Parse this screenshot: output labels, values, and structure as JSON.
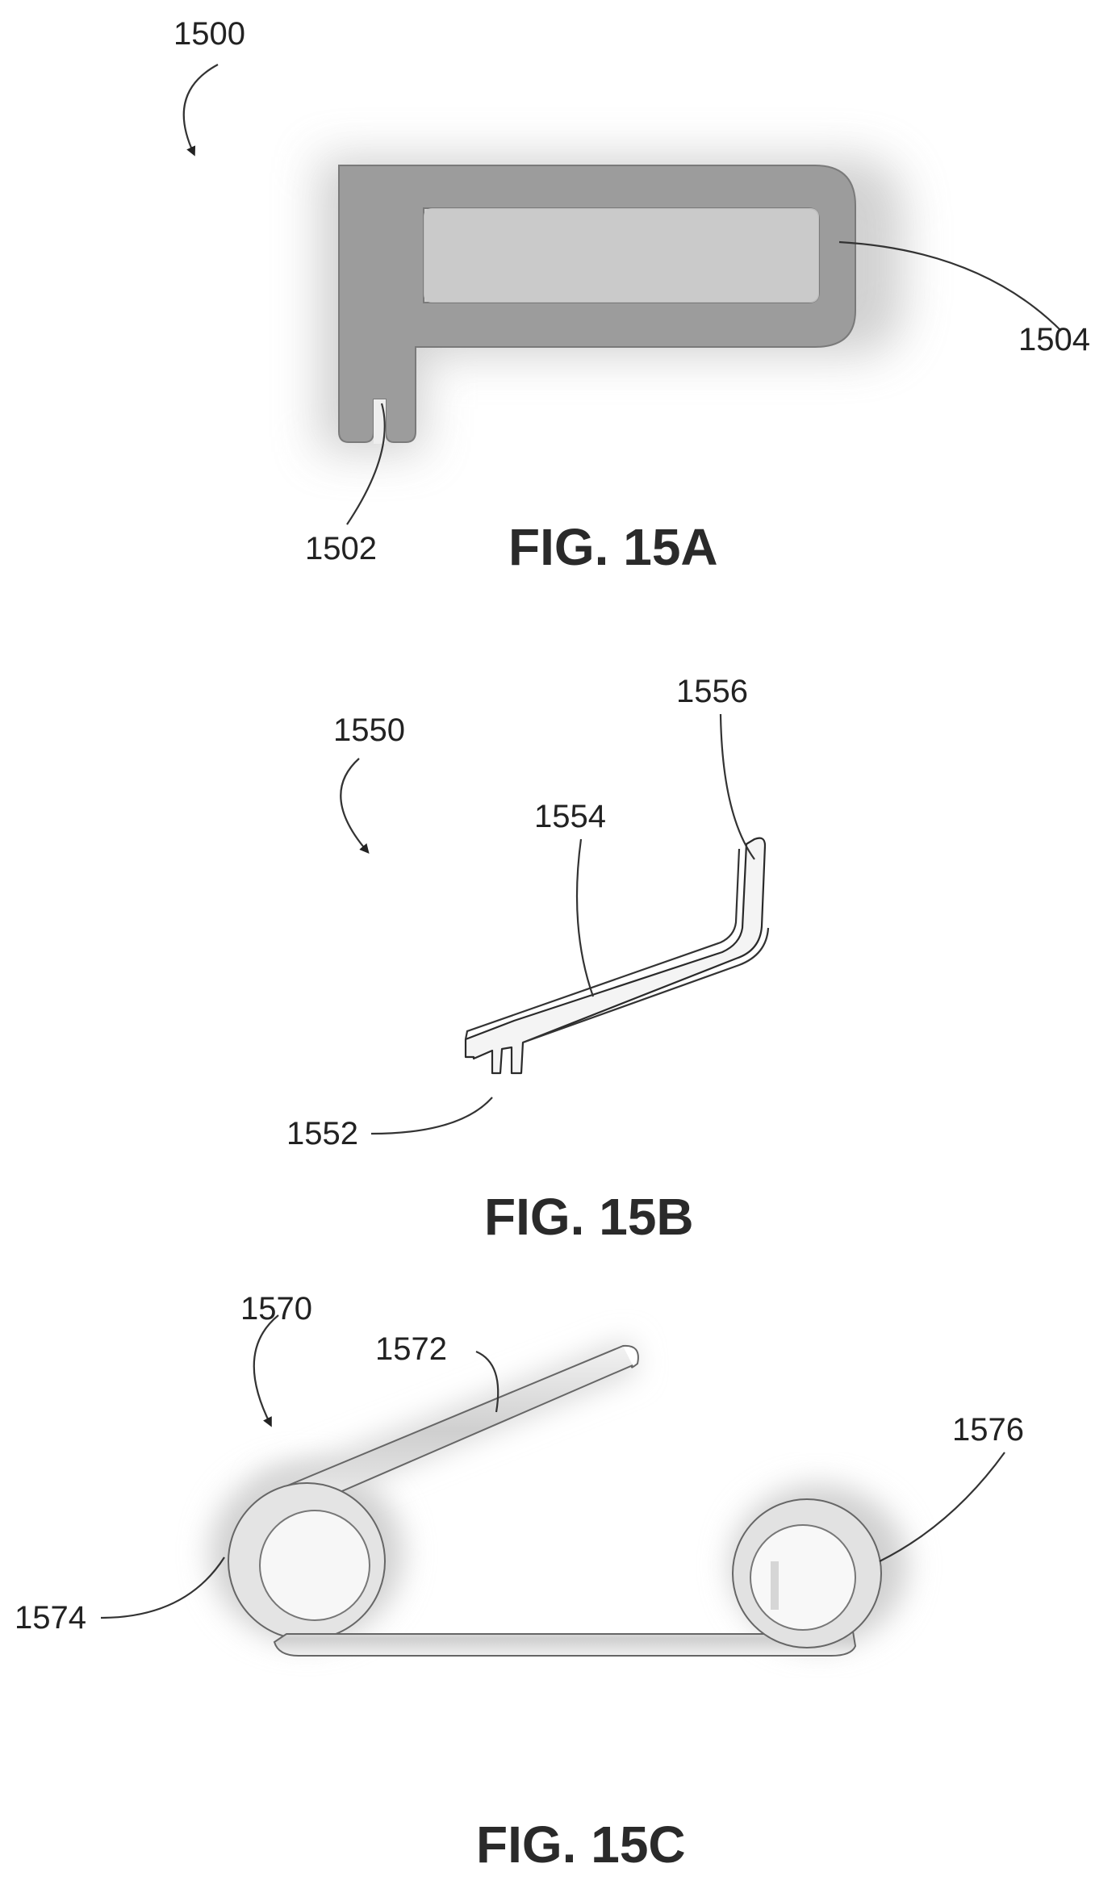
{
  "figures": [
    {
      "caption": "FIG. 15A",
      "refs": {
        "assembly": "1500",
        "slot": "1502",
        "loop": "1504"
      }
    },
    {
      "caption": "FIG. 15B",
      "refs": {
        "assembly": "1550",
        "slot": "1552",
        "arm": "1554",
        "tip": "1556"
      }
    },
    {
      "caption": "FIG. 15C",
      "refs": {
        "assembly": "1570",
        "arm": "1572",
        "left_coil": "1574",
        "right_coil": "1576"
      }
    }
  ],
  "colors": {
    "part_fill": "#9a9a9a",
    "part_edge": "#6e6e6e",
    "halo": "#d2d2d2",
    "ink": "#222222"
  }
}
